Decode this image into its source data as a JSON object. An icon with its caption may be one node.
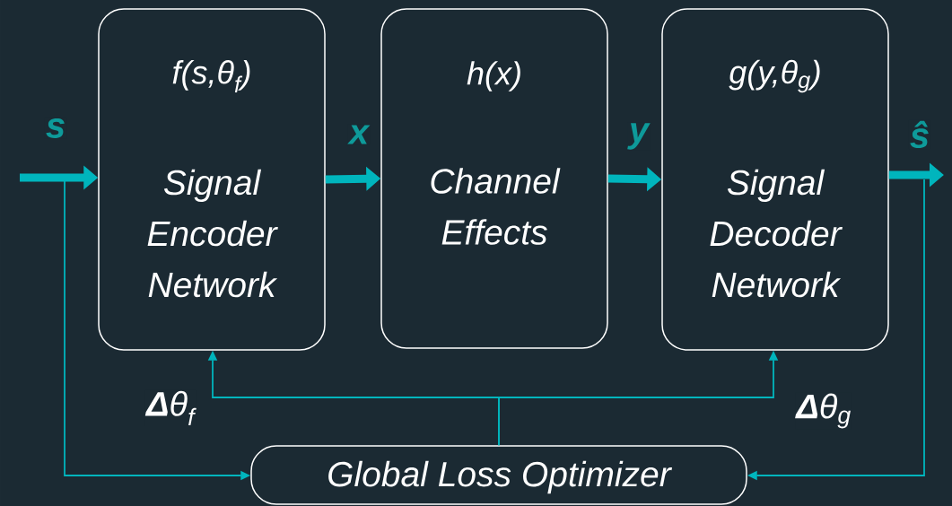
{
  "diagram": {
    "nodes": [
      {
        "text": [
          "f(s,θ$_{f}$)",
          "Signal Encoder Network"
        ]
      },
      {
        "text": [
          "h(x)",
          "Channel Effects"
        ]
      },
      {
        "text": [
          "g(y,θ$_{g}$)",
          "Signal Decoder Network"
        ]
      },
      {
        "text": [
          "Global Loss Optimizer"
        ]
      }
    ],
    "edges": [
      {
        "from": null,
        "to": 0,
        "arrow": "to",
        "label": "s",
        "style": "thick"
      },
      {
        "from": 0,
        "to": 1,
        "arrow": "to",
        "label": "x",
        "style": "thick"
      },
      {
        "from": 1,
        "to": 2,
        "arrow": "to",
        "label": "y",
        "style": "thick"
      },
      {
        "from": 2,
        "to": null,
        "arrow": "to",
        "label": "ŝ",
        "style": "thick"
      },
      {
        "from": null,
        "to": 3,
        "arrow": "to"
      },
      {
        "from": null,
        "to": 3,
        "arrow": "to"
      },
      {
        "from": 3,
        "to": 0,
        "arrow": "to",
        "label": "**Δ**θ$_{f}$"
      },
      {
        "from": 3,
        "to": 2,
        "arrow": "to",
        "label": "**Δ**θ$_{g}$"
      }
    ]
  }
}
